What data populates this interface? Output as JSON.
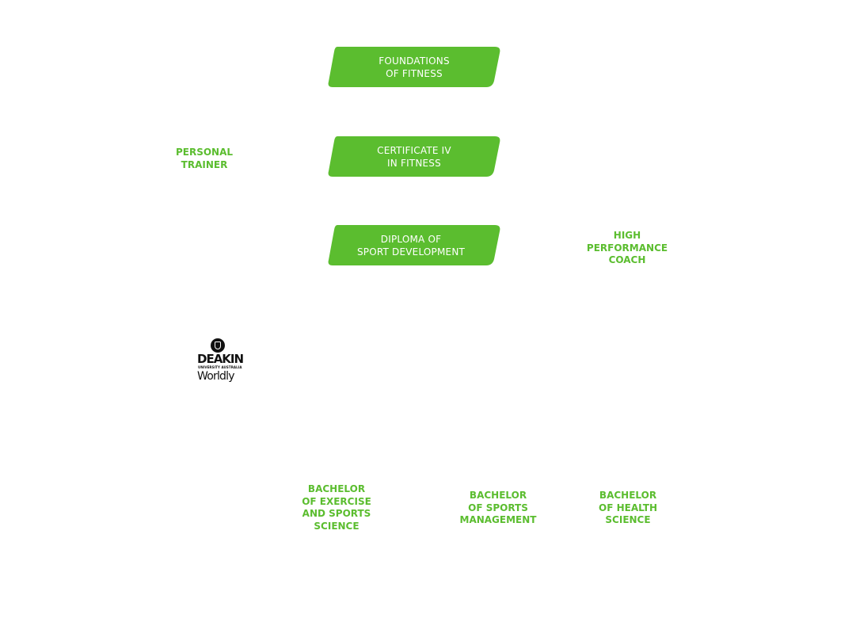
{
  "colors": {
    "accent": "#5bbd2f",
    "pill_text": "#ffffff",
    "logo": "#111111"
  },
  "courses": [
    {
      "label": "FOUNDATIONS\nOF FITNESS"
    },
    {
      "label": "CERTIFICATE IV\nIN FITNESS"
    },
    {
      "label": "DIPLOMA OF\nSPORT DEVELOPMENT"
    }
  ],
  "careers": {
    "personal_trainer": "PERSONAL\nTRAINER",
    "high_performance_coach": "HIGH\nPERFORMANCE\nCOACH"
  },
  "logo": {
    "name": "DEAKIN",
    "subtitle": "UNIVERSITY AUSTRALIA",
    "tagline": "Worldly",
    "crest_icon": "shield-crest-icon"
  },
  "degrees": [
    {
      "label": "BACHELOR\nOF EXERCISE\nAND SPORTS\nSCIENCE"
    },
    {
      "label": "BACHELOR\nOF SPORTS\nMANAGEMENT"
    },
    {
      "label": "BACHELOR\nOF HEALTH\nSCIENCE"
    }
  ]
}
